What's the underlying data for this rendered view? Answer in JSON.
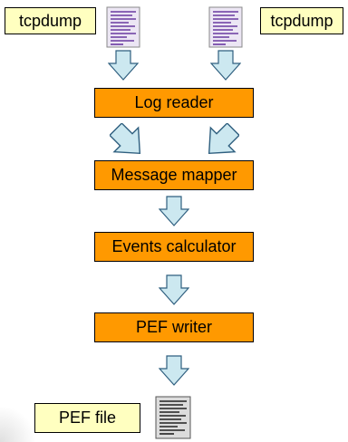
{
  "inputs": {
    "left_label": "tcpdump",
    "right_label": "tcpdump"
  },
  "steps": [
    {
      "label": "Log reader"
    },
    {
      "label": "Message mapper"
    },
    {
      "label": "Events calculator"
    },
    {
      "label": "PEF writer"
    }
  ],
  "output": {
    "label": "PEF file"
  },
  "colors": {
    "label_box": "#ffffc0",
    "process_box": "#ff9900",
    "arrow_fill": "#cce8f0",
    "arrow_stroke": "#2f5f7f",
    "input_doc": "#ece6f4",
    "input_doc_lines": "#6a3aa0",
    "output_doc": "#dcdcdc",
    "output_doc_lines": "#222222"
  },
  "icons": {
    "input_document": "document-icon",
    "output_document": "document-icon",
    "flow": "arrow-icon"
  }
}
